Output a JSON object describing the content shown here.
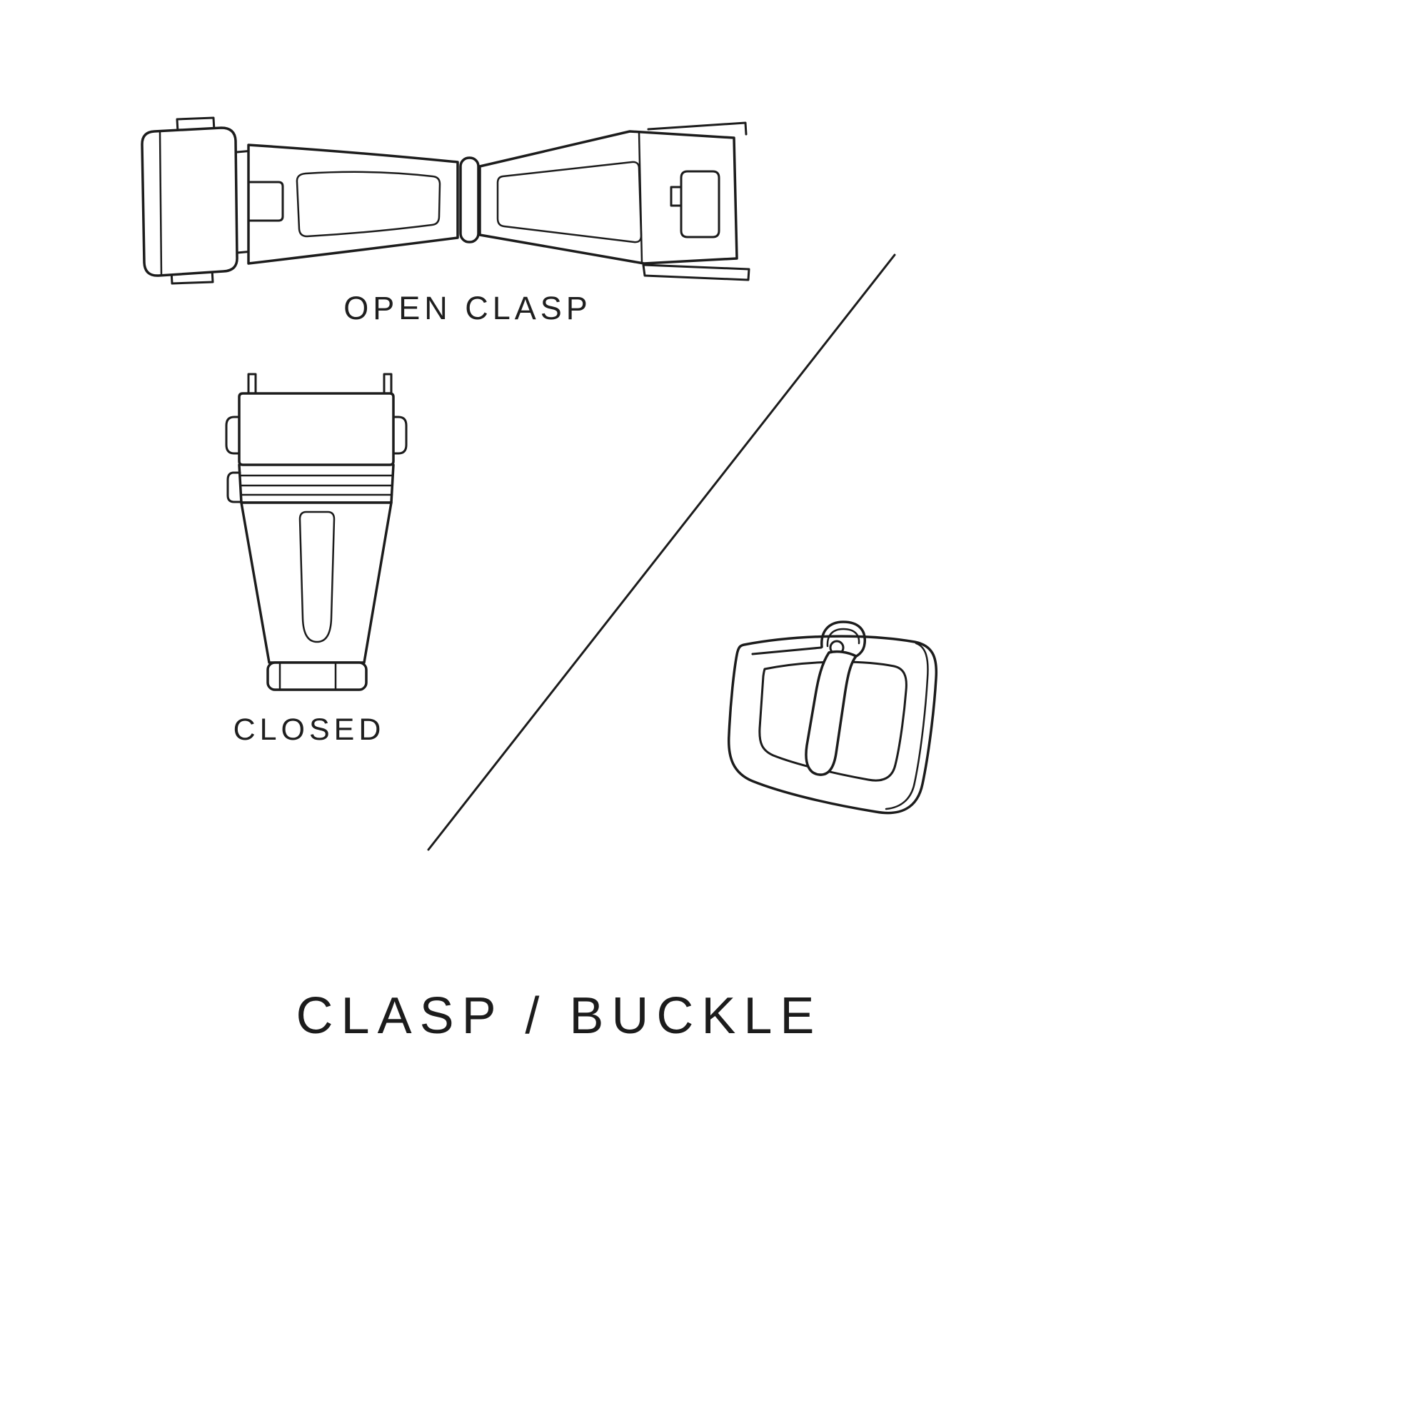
{
  "diagram": {
    "title": "CLASP / BUCKLE",
    "labels": {
      "open_clasp": "OPEN CLASP",
      "closed": "CLOSED"
    },
    "colors": {
      "ink": "#1c1c1c",
      "background": "#ffffff"
    },
    "illustrations": [
      {
        "name": "open-clasp-drawing",
        "caption": "OPEN CLASP"
      },
      {
        "name": "closed-clasp-drawing",
        "caption": "CLOSED"
      },
      {
        "name": "pin-buckle-drawing",
        "caption": ""
      }
    ]
  }
}
